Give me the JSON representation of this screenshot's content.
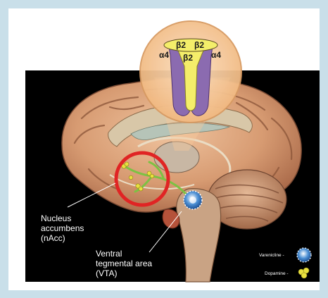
{
  "receptor": {
    "subunits_top": [
      "β2",
      "β2"
    ],
    "subunits_side": [
      "α4",
      "α4"
    ],
    "subunit_center": "β2"
  },
  "labels": {
    "nacc": [
      "Nucleus",
      "accumbens",
      "(nAcc)"
    ],
    "vta": [
      "Ventral",
      "tegmental area",
      "(VTA)"
    ]
  },
  "legend": {
    "varenicline": "Varenicline -",
    "dopamine": "Dopamine -"
  },
  "colors": {
    "frame": "#c9dfe9",
    "background": "#000000",
    "highlight_circle": "#e02424",
    "pathway": "#7cc243",
    "receptor_alpha": "#8b6bb0",
    "receptor_beta": "#f4ee6a",
    "zoom_bubble": "#f5c89a"
  }
}
